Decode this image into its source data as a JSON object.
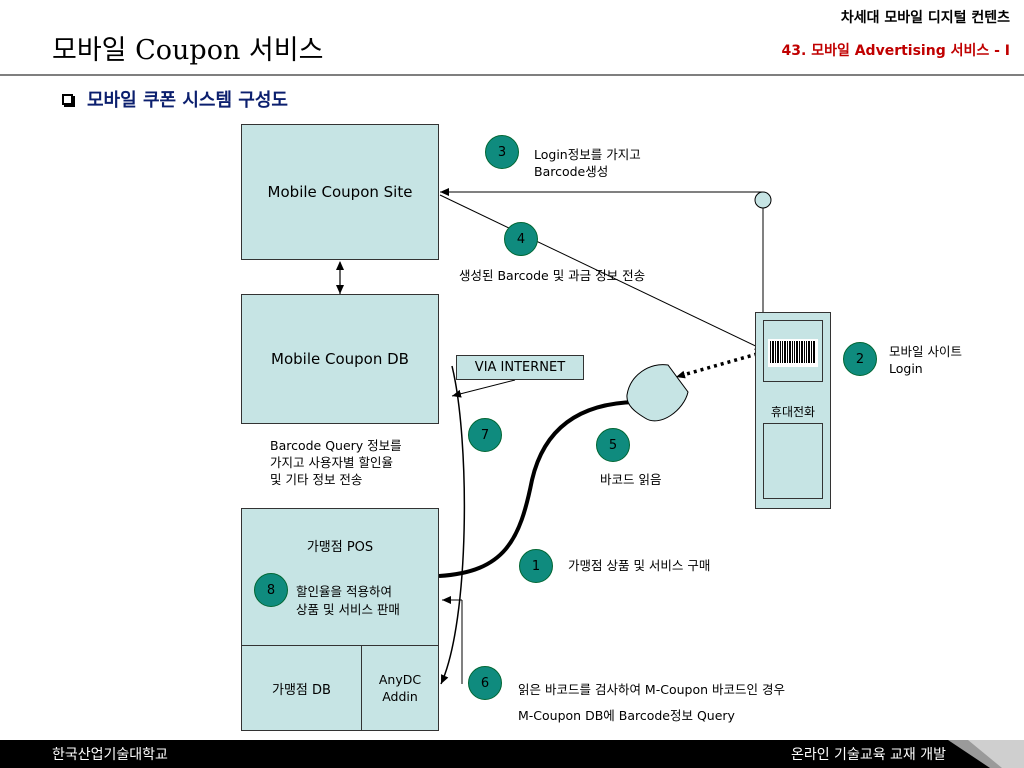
{
  "header": {
    "title": "모바일 Coupon 서비스",
    "right_top": "차세대 모바일 디지털 컨텐츠",
    "right_sub": "43. 모바일 Advertising 서비스 - I"
  },
  "subtitle": "모바일 쿠폰 시스템 구성도",
  "boxes": {
    "site": "Mobile Coupon Site",
    "db": "Mobile Coupon DB",
    "via": "VIA INTERNET",
    "pos": "가맹점 POS",
    "pos_note_1": "할인율을 적용하여",
    "pos_note_2": "상품 및 서비스 판매",
    "store_db": "가맹점 DB",
    "anydc_1": "AnyDC",
    "anydc_2": "Addin",
    "phone": "휴대전화"
  },
  "steps": {
    "s1": "1",
    "s2": "2",
    "s3": "3",
    "s4": "4",
    "s5": "5",
    "s6": "6",
    "s7": "7",
    "s8": "8"
  },
  "notes": {
    "n1": "가맹점 상품 및 서비스  구매",
    "n2a": "모바일 사이트",
    "n2b": "Login",
    "n3a": "Login정보를 가지고",
    "n3b": "Barcode생성",
    "n4": "생성된 Barcode 및 과금 정보 전송",
    "n5": "바코드 읽음",
    "n6a": "읽은 바코드를 검사하여 M-Coupon 바코드인 경우",
    "n6b": "M-Coupon DB에 Barcode정보 Query",
    "n7a": "Barcode Query 정보를",
    "n7b": "가지고 사용자별 할인율",
    "n7c": "및 기타 정보 전송"
  },
  "footer": {
    "left": "한국산업기술대학교",
    "right": "온라인 기술교육 교재 개발"
  },
  "colors": {
    "box_fill": "#c6e4e4",
    "step_fill": "#0f8b7e",
    "subtitle": "#0b1f6e",
    "header_sub": "#c00000"
  }
}
